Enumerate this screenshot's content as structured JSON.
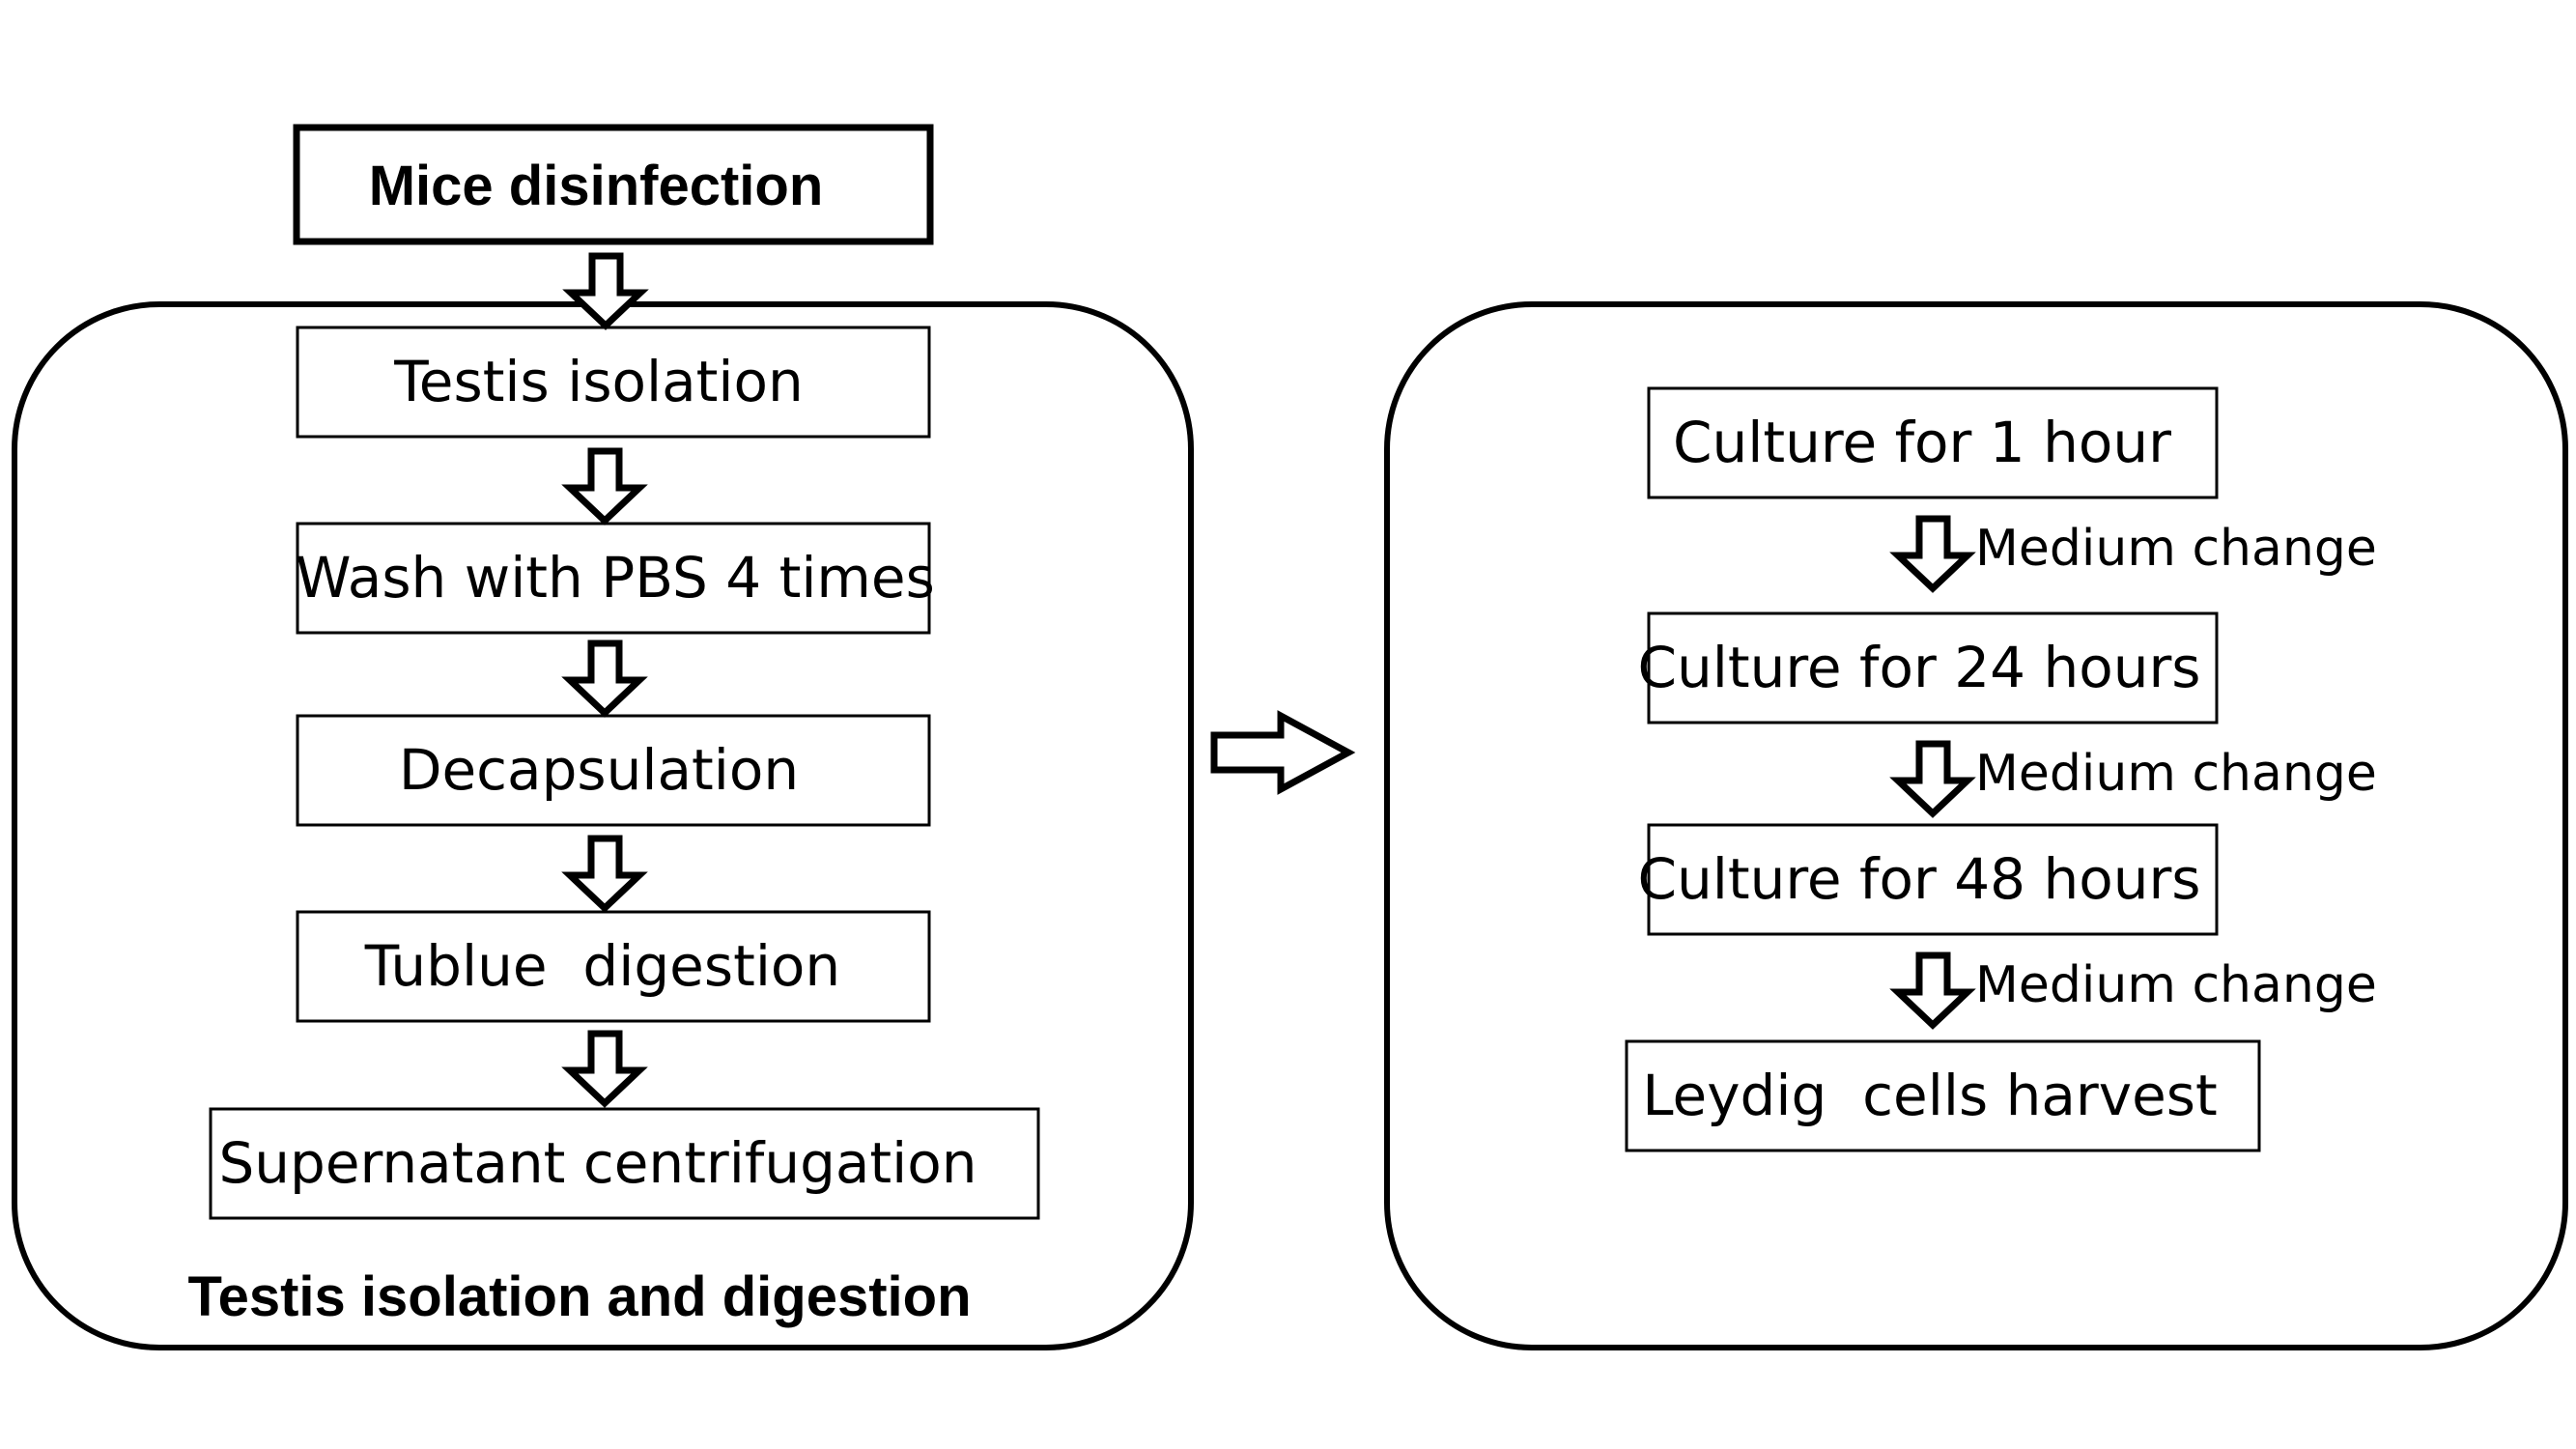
{
  "start": {
    "label": "Mice disinfection"
  },
  "panel_left": {
    "title": "Testis isolation and digestion",
    "steps": [
      "Testis isolation",
      "Wash with PBS 4 times",
      "Decapsulation",
      "Tublue  digestion",
      "Supernatant centrifugation"
    ]
  },
  "panel_right": {
    "title": "Cells cultivate",
    "steps": [
      "Culture for 1 hour",
      "Culture for 24 hours",
      "Culture for 48 hours",
      "Leydig  cells harvest"
    ],
    "transitions": [
      "Medium change",
      "Medium change",
      "Medium change"
    ]
  },
  "colors": {
    "stroke": "#000000",
    "background": "#ffffff"
  }
}
